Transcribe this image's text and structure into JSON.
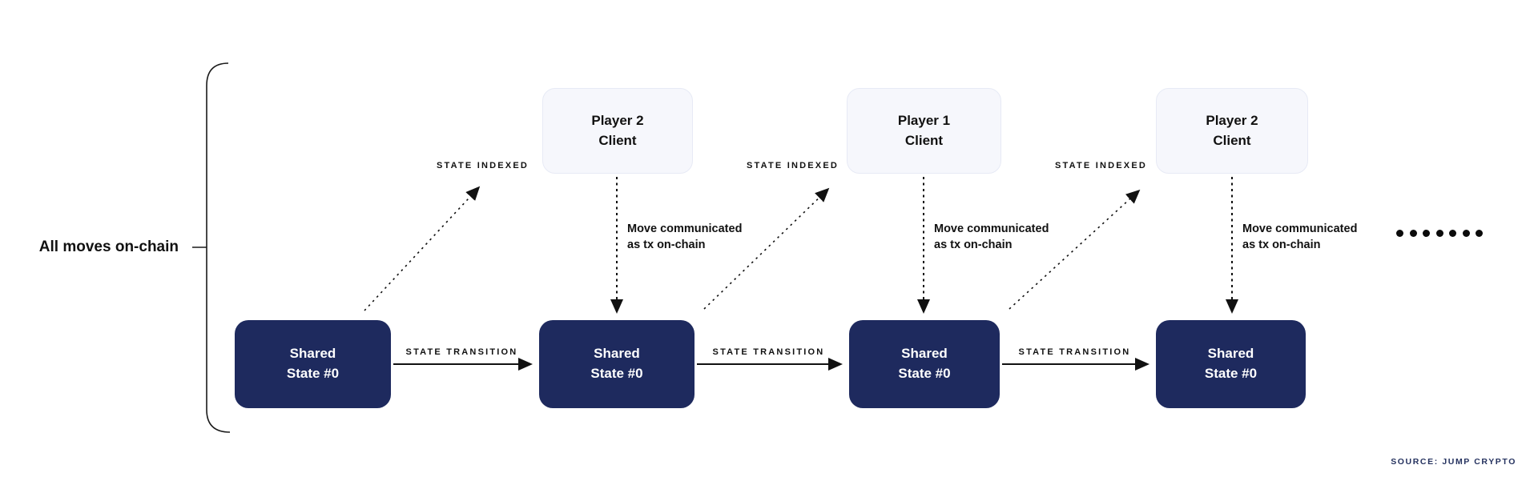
{
  "colors": {
    "navy": "#1e2a5e",
    "client_fill": "#f6f7fc",
    "client_border": "#e7eaf5",
    "ink": "#111111",
    "source": "#25325f",
    "background": "#ffffff"
  },
  "bracket_label": "All moves on-chain",
  "source_label": "SOURCE: JUMP CRYPTO",
  "ellipsis_dot_count": 7,
  "shared_states": [
    {
      "line1": "Shared",
      "line2": "State #0"
    },
    {
      "line1": "Shared",
      "line2": "State #0"
    },
    {
      "line1": "Shared",
      "line2": "State #0"
    },
    {
      "line1": "Shared",
      "line2": "State #0"
    }
  ],
  "clients": [
    {
      "line1": "Player 2",
      "line2": "Client"
    },
    {
      "line1": "Player 1",
      "line2": "Client"
    },
    {
      "line1": "Player 2",
      "line2": "Client"
    }
  ],
  "transition_labels": [
    "STATE TRANSITION",
    "STATE TRANSITION",
    "STATE TRANSITION"
  ],
  "indexed_labels": [
    "STATE INDEXED",
    "STATE INDEXED",
    "STATE INDEXED"
  ],
  "move_labels": [
    {
      "line1": "Move communicated",
      "line2": "as tx on-chain"
    },
    {
      "line1": "Move communicated",
      "line2": "as tx on-chain"
    },
    {
      "line1": "Move communicated",
      "line2": "as tx on-chain"
    }
  ]
}
